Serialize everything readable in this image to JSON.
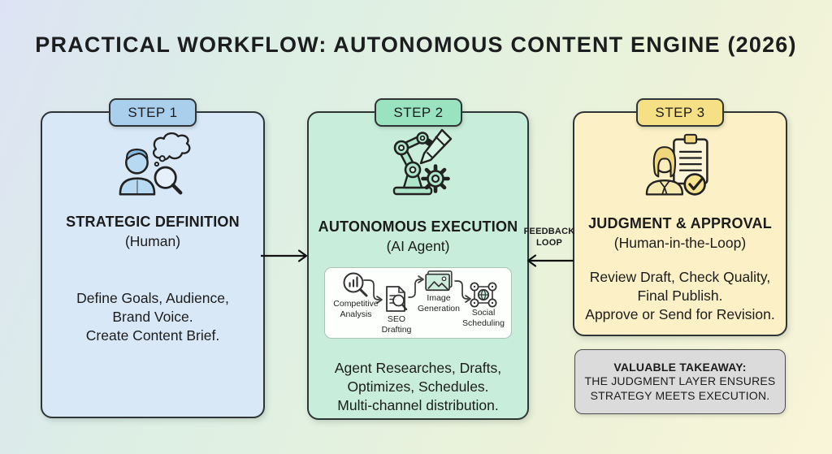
{
  "title": "PRACTICAL WORKFLOW: AUTONOMOUS CONTENT ENGINE (2026)",
  "steps": [
    {
      "tab": "STEP 1",
      "heading": "STRATEGIC DEFINITION",
      "subheading": "(Human)",
      "body_lines": [
        "Define Goals, Audience,",
        "Brand Voice.",
        "Create Content Brief."
      ],
      "icon": "human-strategy-icon"
    },
    {
      "tab": "STEP 2",
      "heading": "AUTONOMOUS EXECUTION",
      "subheading": "(AI Agent)",
      "pipeline": [
        {
          "icon": "competitive-analysis-icon",
          "label_lines": [
            "Competitive",
            "Analysis"
          ]
        },
        {
          "icon": "seo-drafting-icon",
          "label_lines": [
            "SEO",
            "Drafting"
          ]
        },
        {
          "icon": "image-generation-icon",
          "label_lines": [
            "Image",
            "Generation"
          ]
        },
        {
          "icon": "social-scheduling-icon",
          "label_lines": [
            "Social",
            "Scheduling"
          ]
        }
      ],
      "body_lines": [
        "Agent Researches, Drafts,",
        "Optimizes, Schedules.",
        "Multi-channel distribution."
      ],
      "icon": "robot-arm-icon"
    },
    {
      "tab": "STEP 3",
      "heading": "JUDGMENT & APPROVAL",
      "subheading": "(Human-in-the-Loop)",
      "body_lines": [
        "Review Draft, Check Quality,",
        "Final Publish.",
        "Approve or Send for Revision."
      ],
      "icon": "judgment-approval-icon"
    }
  ],
  "feedback": {
    "lines": [
      "FEEDBACK",
      "LOOP"
    ]
  },
  "takeaway": {
    "heading": "VALUABLE TAKEAWAY:",
    "lines": [
      "THE JUDGMENT LAYER ENSURES",
      "STRATEGY MEETS EXECUTION."
    ]
  },
  "colors": {
    "step1_card": "#d8e8f7",
    "step1_tab": "#aacfed",
    "step2_card": "#c8edda",
    "step2_tab": "#99e3c1",
    "step3_card": "#fbf0c6",
    "step3_tab": "#f6e085",
    "takeaway_bg": "#dbdbdb",
    "outline": "#2f3437",
    "background_gradient": [
      "#dde3f4",
      "#dceee6",
      "#e2f1e0",
      "#f9f5d8"
    ]
  }
}
